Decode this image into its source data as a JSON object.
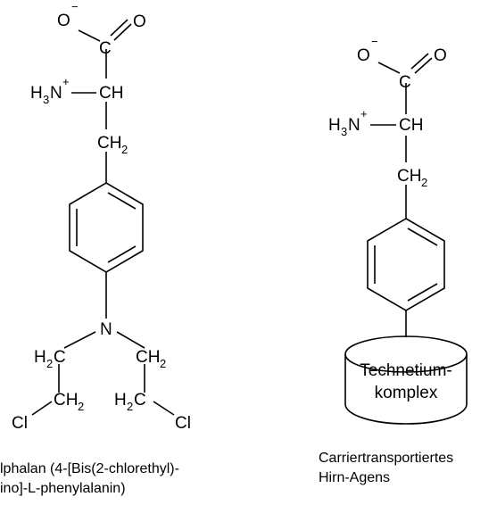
{
  "left_molecule": {
    "carboxylate_oxygen": "O",
    "carboxylate_charge": "−",
    "carbonyl_carbon": "C",
    "carbonyl_oxygen": "O",
    "amine_prefix": "H",
    "amine_h_count": "3",
    "amine_atom": "N",
    "amine_charge": "+",
    "alpha_carbon": "CH",
    "methylene": "CH",
    "methylene_sub": "2",
    "ring_nitrogen": "N",
    "arm_left_upper": "H",
    "arm_left_upper_sub": "2",
    "arm_left_upper_c": "C",
    "arm_left_lower": "CH",
    "arm_left_lower_sub": "2",
    "arm_right_upper": "CH",
    "arm_right_upper_sub": "2",
    "arm_right_lower_h": "H",
    "arm_right_lower_sub": "2",
    "arm_right_lower_c": "C",
    "chlorine_left": "Cl",
    "chlorine_right": "Cl",
    "caption_line1": "lphalan (4-[Bis(2-chlorethyl)-",
    "caption_line2": "ino]-L-phenylalanin)"
  },
  "right_molecule": {
    "carboxylate_oxygen": "O",
    "carboxylate_charge": "−",
    "carbonyl_carbon": "C",
    "carbonyl_oxygen": "O",
    "amine_prefix": "H",
    "amine_h_count": "3",
    "amine_atom": "N",
    "amine_charge": "+",
    "alpha_carbon": "CH",
    "methylene": "CH",
    "methylene_sub": "2",
    "complex_label_line1": "Technetium-",
    "complex_label_line2": "komplex",
    "caption_line1": "Carriertransportiertes",
    "caption_line2": "Hirn-Agens"
  }
}
